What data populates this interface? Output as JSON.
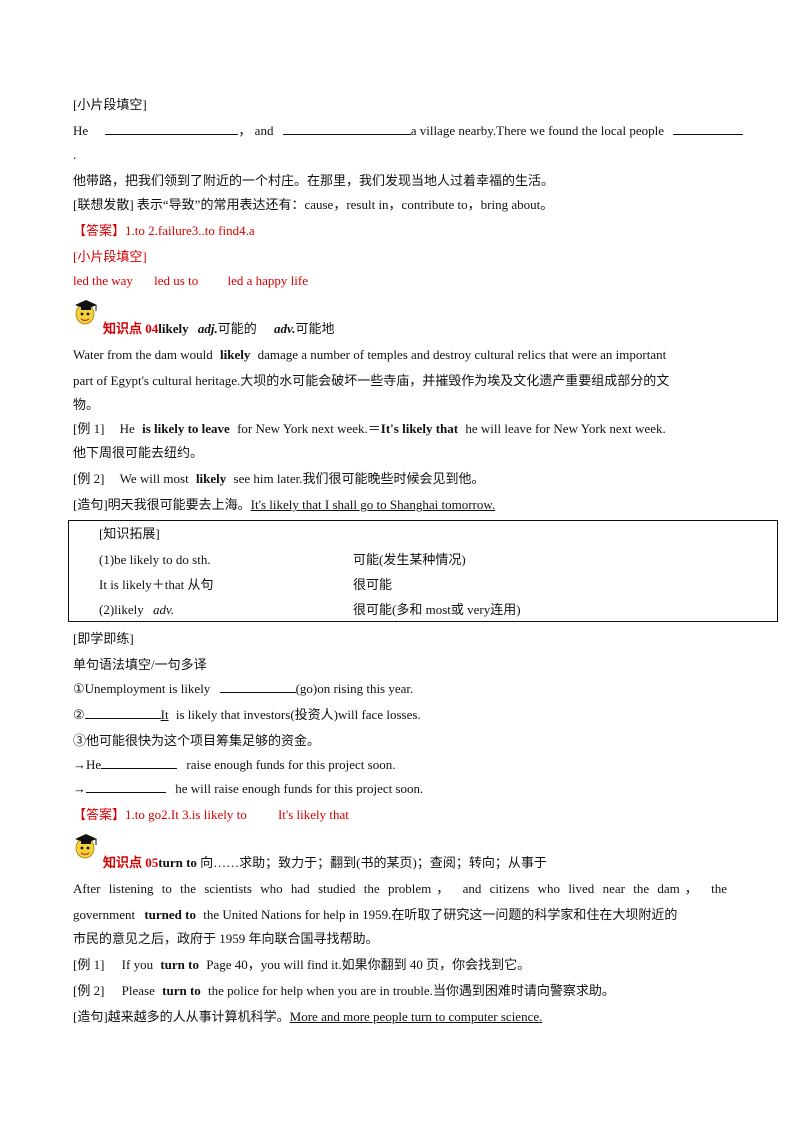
{
  "section1": {
    "title": "[小片段填空]",
    "line_he": "He",
    "line_and": "， and",
    "line_village": "a village nearby.There we found the local people",
    "dot": ".",
    "translation": "他带路，把我们领到了附近的一个村庄。在那里，我们发现当地人过着幸福的生活。",
    "association": "[联想发散]   表示“导致”的常用表达还有：cause，result in，contribute to，bring about。",
    "answer_label": "【答案】",
    "answer_text": "1.to  2.failure3..to find4.a",
    "answer_sub_title": "[小片段填空]",
    "answers2": [
      "led the way",
      "led us to",
      "led a happy life"
    ]
  },
  "kp04": {
    "label": "知识点 04",
    "word": "likely",
    "pos1": "adj.",
    "mean1": "可能的",
    "pos2": "adv.",
    "mean2": "可能地",
    "para_a": "Water from the dam would",
    "para_b": "likely",
    "para_c": "damage a number of temples and destroy cultural relics that were an important",
    "para2": "part of Egypt's cultural heritage.大坝的水可能会破坏一些寺庙，并摧毁作为埃及文化遗产重要组成部分的文",
    "para3": "物。",
    "ex1_label": "[例 1]",
    "ex1_a": "He",
    "ex1_b": "is likely to leave",
    "ex1_c": "for New York next week.＝",
    "ex1_d": "It's likely that",
    "ex1_e": "he will leave for New York next week.",
    "ex1_cn": "他下周很可能去纽约。",
    "ex2_label": "[例 2]",
    "ex2_a": "We will most",
    "ex2_b": "likely",
    "ex2_c": "see him later.我们很可能晚些时候会见到他。",
    "make_label": "[造句]明天我很可能要去上海。",
    "make_answer": "It's likely that I shall go to Shanghai tomorrow.",
    "table": {
      "title": "[知识拓展]",
      "rows": [
        {
          "left": "(1)be likely to do sth.",
          "right": "可能(发生某种情况)"
        },
        {
          "left": "It is likely＋that 从句",
          "right": "很可能"
        },
        {
          "left": "(2)likely",
          "left_italic": "adv.",
          "right": "很可能(多和 most或 very连用)"
        }
      ]
    },
    "practice_title": "[即学即练]",
    "practice_sub": "单句语法填空/一句多译",
    "q1_a": "①Unemployment is likely",
    "q1_b": "(go)on rising this year.",
    "q2_a": "②",
    "q2_b": "It",
    "q2_c": "is likely that investors(投资人)will face losses.",
    "q3": "③他可能很快为这个项目筹集足够的资金。",
    "q3_a1": "→He",
    "q3_a2": "raise enough funds for this project soon.",
    "q3_b1": "→",
    "q3_b2": "he will raise enough funds for this project soon.",
    "answer_label": "【答案】",
    "answer_text": "1.to go2.It  3.is likely to",
    "answer_text2": "It's likely that"
  },
  "kp05": {
    "label": "知识点 05",
    "word": "turn to",
    "meaning": "向……求助；致力于；翻到(书的某页)；查阅；转向；从事于",
    "para1": "After listening to the scientists who had studied the problem， and citizens who lived near the dam， the",
    "para2_a": "government",
    "para2_b": "turned to",
    "para2_c": "the United Nations for help in 1959.在听取了研究这一问题的科学家和住在大坝附近的",
    "para3": "市民的意见之后，政府于 1959 年向联合国寻找帮助。",
    "ex1_label": "[例 1]",
    "ex1_a": "If you",
    "ex1_b": "turn to",
    "ex1_c": "Page 40，you will find it.如果你翻到 40 页，你会找到它。",
    "ex2_label": "[例 2]",
    "ex2_a": "Please",
    "ex2_b": "turn to",
    "ex2_c": "the police for help when you are in trouble.当你遇到困难时请向警察求助。",
    "make_label": "[造句]越来越多的人从事计算机科学。",
    "make_answer": "More and more people turn to computer science."
  }
}
